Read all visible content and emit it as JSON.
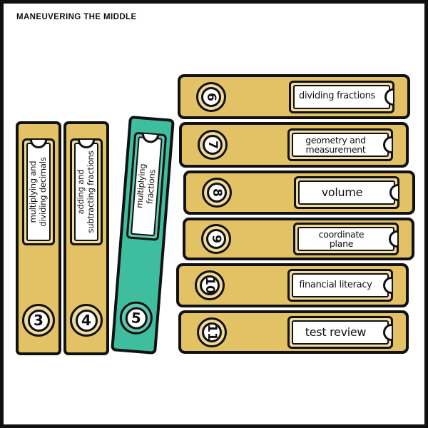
{
  "frame": {
    "brand": "MANEUVERING THE MIDDLE"
  },
  "colors": {
    "paper": "#ffffff",
    "ink": "#111111",
    "gold": "#e2c264",
    "gold_light": "#efdb9b",
    "teal": "#3fbe9f",
    "teal_light": "#5ec9ae"
  },
  "vertical_books": [
    {
      "number": "3",
      "color": "gold",
      "label_lines": [
        "multiplying and",
        "dividing decimals"
      ]
    },
    {
      "number": "4",
      "color": "gold",
      "label_lines": [
        "adding and",
        "subtracting fractions"
      ]
    },
    {
      "number": "5",
      "color": "teal",
      "label_lines": [
        "multiplying",
        "fractions"
      ]
    }
  ],
  "binders": [
    {
      "number": "6",
      "label_lines": [
        "dividing fractions"
      ]
    },
    {
      "number": "7",
      "label_lines": [
        "geometry and",
        "measurement"
      ]
    },
    {
      "number": "8",
      "label_lines": [
        "volume"
      ]
    },
    {
      "number": "9",
      "label_lines": [
        "coordinate",
        "plane"
      ]
    },
    {
      "number": "10",
      "label_lines": [
        "financial literacy"
      ]
    },
    {
      "number": "11",
      "label_lines": [
        "test review"
      ]
    }
  ]
}
